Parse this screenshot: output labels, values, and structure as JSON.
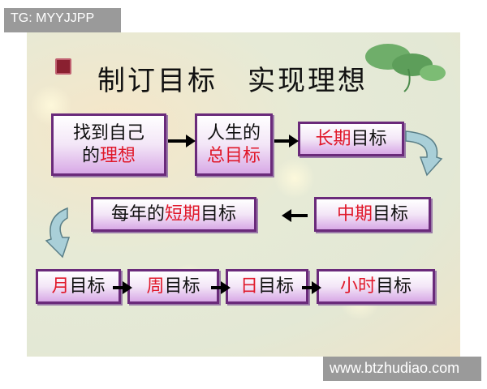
{
  "watermarks": {
    "top_left": "TG: MYYJJPP",
    "bottom_right": "www.btzhudiao.com"
  },
  "title": "制订目标　实现理想",
  "boxes": [
    {
      "id": "find-ideal",
      "lines": [
        [
          {
            "t": "找到自己",
            "red": false
          }
        ],
        [
          {
            "t": "的",
            "red": false
          },
          {
            "t": "理想",
            "red": true
          }
        ]
      ]
    },
    {
      "id": "life-goal",
      "lines": [
        [
          {
            "t": "人生的",
            "red": false
          }
        ],
        [
          {
            "t": "总目标",
            "red": true
          }
        ]
      ]
    },
    {
      "id": "long-term",
      "lines": [
        [
          {
            "t": "长期",
            "red": true
          },
          {
            "t": "目标",
            "red": false
          }
        ]
      ]
    },
    {
      "id": "annual-short-term",
      "lines": [
        [
          {
            "t": "每年的",
            "red": false
          },
          {
            "t": "短期",
            "red": true
          },
          {
            "t": "目标",
            "red": false
          }
        ]
      ]
    },
    {
      "id": "mid-term",
      "lines": [
        [
          {
            "t": "中期",
            "red": true
          },
          {
            "t": "目标",
            "red": false
          }
        ]
      ]
    },
    {
      "id": "monthly",
      "lines": [
        [
          {
            "t": "月",
            "red": true
          },
          {
            "t": "目标",
            "red": false
          }
        ]
      ]
    },
    {
      "id": "weekly",
      "lines": [
        [
          {
            "t": "周",
            "red": true
          },
          {
            "t": "目标",
            "red": false
          }
        ]
      ]
    },
    {
      "id": "daily",
      "lines": [
        [
          {
            "t": "日",
            "red": true
          },
          {
            "t": "目标",
            "red": false
          }
        ]
      ]
    },
    {
      "id": "hourly",
      "lines": [
        [
          {
            "t": "小时",
            "red": true
          },
          {
            "t": "目标",
            "red": false
          }
        ]
      ]
    }
  ],
  "colors": {
    "highlight": "#e0182a",
    "box_border": "#6a2a7a"
  }
}
